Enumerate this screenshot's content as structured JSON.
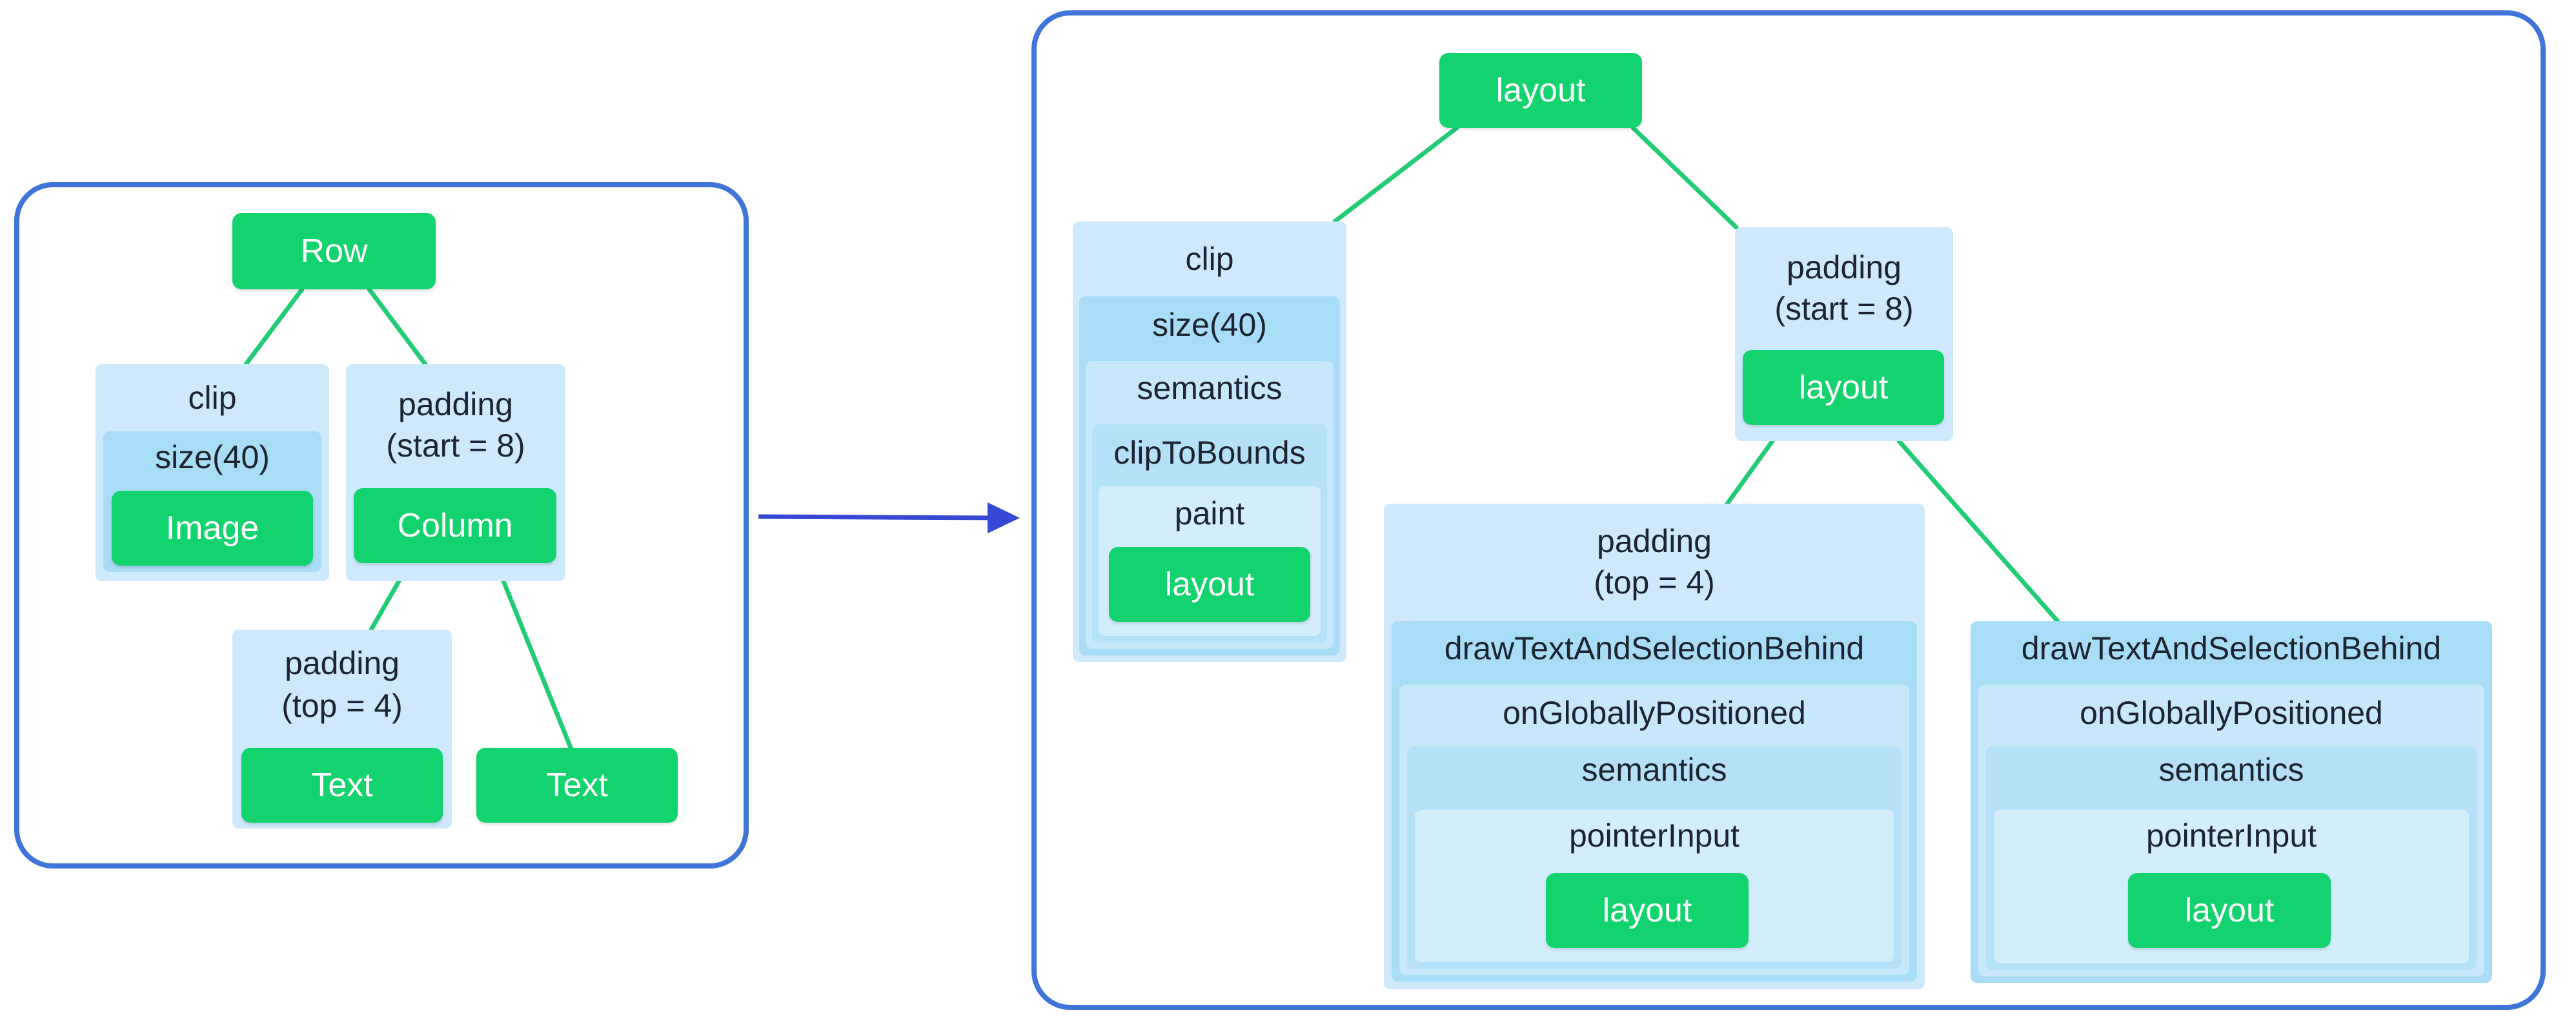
{
  "colors": {
    "frame": "#3f74d8",
    "node": "#12d36d",
    "edge": "#22cc77",
    "arrow": "#3549d4",
    "modifier_light": "#cde9fb",
    "modifier_dark": "#a9dcf7"
  },
  "left_tree": {
    "row": "Row",
    "clip": "clip",
    "size": "size(40)",
    "image": "Image",
    "padding_start_line1": "padding",
    "padding_start_line2": "(start = 8)",
    "column": "Column",
    "padding_top_line1": "padding",
    "padding_top_line2": "(top = 4)",
    "text_a": "Text",
    "text_b": "Text"
  },
  "right_tree": {
    "root": "layout",
    "clip_stack": {
      "clip": "clip",
      "size": "size(40)",
      "semantics": "semantics",
      "clip_to_bounds": "clipToBounds",
      "paint": "paint",
      "layout": "layout"
    },
    "padding_start": {
      "line1": "padding",
      "line2": "(start = 8)",
      "layout": "layout"
    },
    "text_stack_a": {
      "padding_line1": "padding",
      "padding_line2": "(top = 4)",
      "draw": "drawTextAndSelectionBehind",
      "positioned": "onGloballyPositioned",
      "semantics": "semantics",
      "pointer": "pointerInput",
      "layout": "layout"
    },
    "text_stack_b": {
      "draw": "drawTextAndSelectionBehind",
      "positioned": "onGloballyPositioned",
      "semantics": "semantics",
      "pointer": "pointerInput",
      "layout": "layout"
    }
  }
}
